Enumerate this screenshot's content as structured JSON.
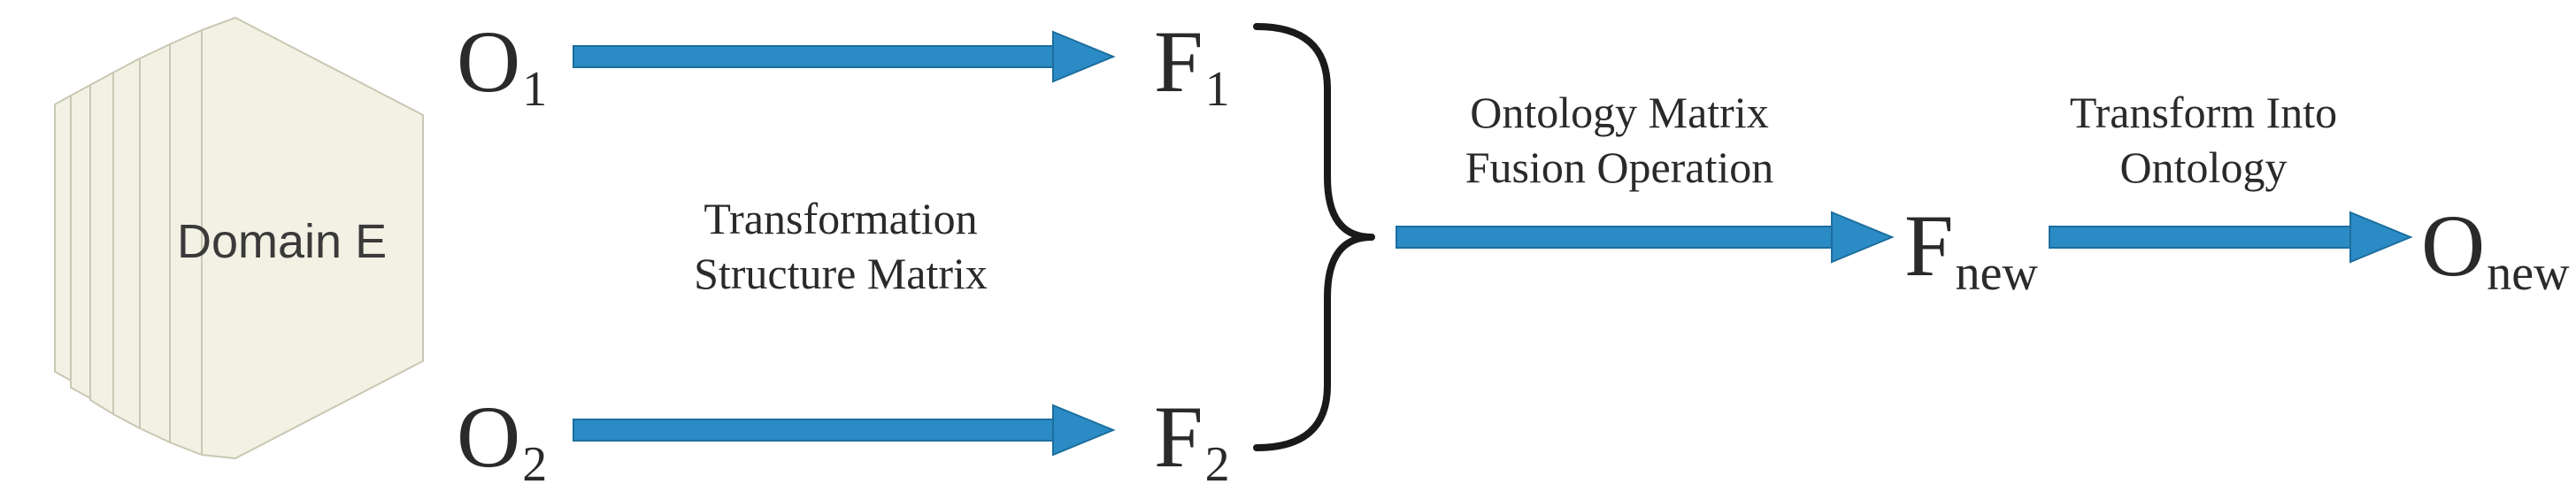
{
  "domain_label": "Domain E",
  "nodes": {
    "o1": {
      "main": "O",
      "sub": "1"
    },
    "o2": {
      "main": "O",
      "sub": "2"
    },
    "f1": {
      "main": "F",
      "sub": "1"
    },
    "f2": {
      "main": "F",
      "sub": "2"
    },
    "fnew": {
      "main": "F",
      "sub": "new"
    },
    "onew": {
      "main": "O",
      "sub": "new"
    }
  },
  "labels": {
    "transformation_line1": "Transformation",
    "transformation_line2": "Structure Matrix",
    "fusion_line1": "Ontology Matrix",
    "fusion_line2": "Fusion Operation",
    "transform_line1": "Transform Into",
    "transform_line2": "Ontology"
  },
  "colors": {
    "arrow": "#2b8bc4",
    "arrow_edge": "#1c6e9e",
    "panel_fill": "#f2f1e4",
    "panel_stroke": "#c9c8b4",
    "brace": "#1a1a1a"
  }
}
